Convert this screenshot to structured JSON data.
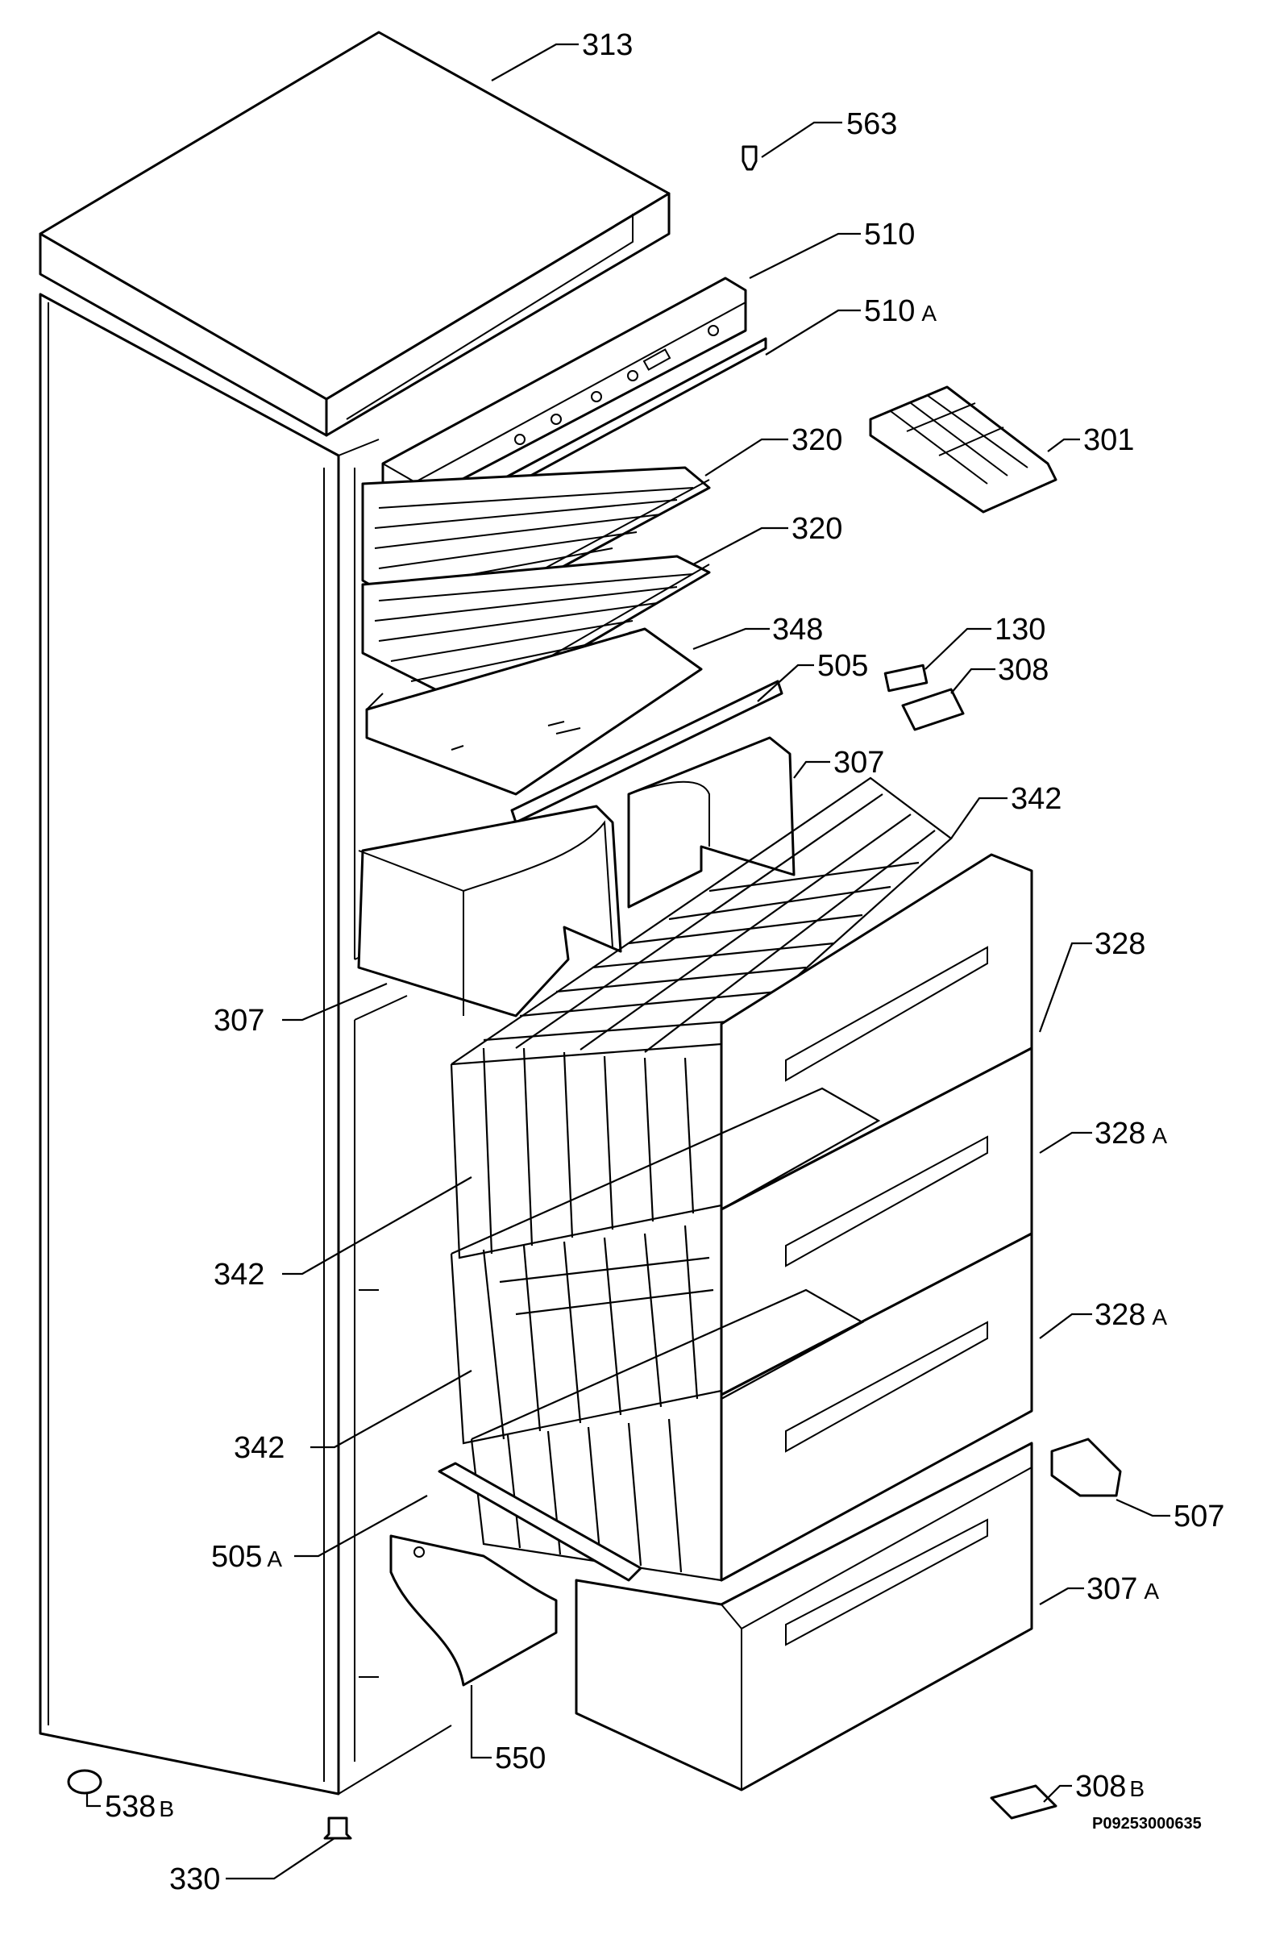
{
  "diagram_code": "P09253000635",
  "callouts": {
    "c313": {
      "text": "313"
    },
    "c563": {
      "text": "563"
    },
    "c510": {
      "text": "510"
    },
    "c510a": {
      "text": "510",
      "suffix": "A"
    },
    "c320a": {
      "text": "320"
    },
    "c301": {
      "text": "301"
    },
    "c320b": {
      "text": "320"
    },
    "c348": {
      "text": "348"
    },
    "c130": {
      "text": "130"
    },
    "c505": {
      "text": "505"
    },
    "c308": {
      "text": "308"
    },
    "c307a": {
      "text": "307"
    },
    "c342a": {
      "text": "342"
    },
    "c328": {
      "text": "328"
    },
    "c307b": {
      "text": "307"
    },
    "c328a": {
      "text": "328",
      "suffix": "A"
    },
    "c342b": {
      "text": "342"
    },
    "c328b": {
      "text": "328",
      "suffix": "A"
    },
    "c342c": {
      "text": "342"
    },
    "c507": {
      "text": "507"
    },
    "c505a": {
      "text": "505",
      "suffix": "A"
    },
    "c307c": {
      "text": "307",
      "suffix": "A"
    },
    "c550": {
      "text": "550"
    },
    "c538b": {
      "text": "538",
      "suffix": "B"
    },
    "c308b": {
      "text": "308",
      "suffix": "B"
    },
    "c330": {
      "text": "330"
    }
  }
}
